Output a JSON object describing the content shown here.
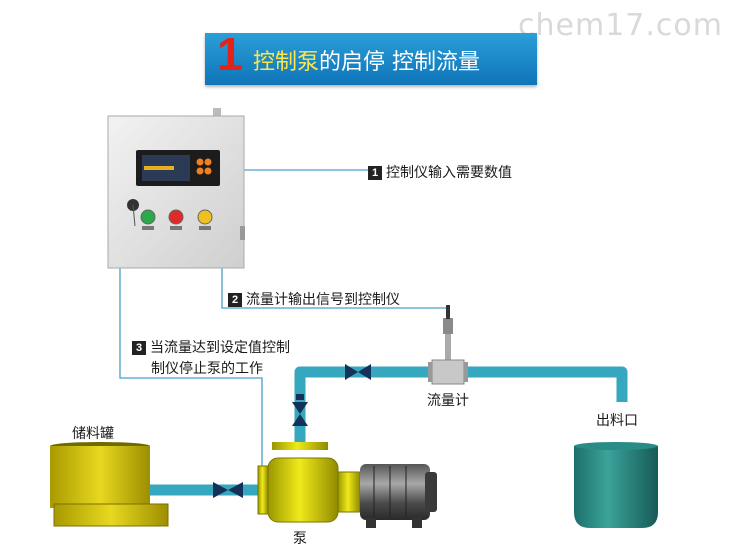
{
  "watermark": "chem17.com",
  "title": {
    "number": "1",
    "highlight": "控制泵",
    "rest": "的启停 控制流量"
  },
  "callouts": [
    {
      "badge": "1",
      "text": "控制仪输入需要数值"
    },
    {
      "badge": "2",
      "text": "流量计输出信号到控制仪"
    },
    {
      "badge": "3",
      "line1": "当流量达到设定值控制",
      "line2": "制仪停止泵的工作"
    }
  ],
  "components": {
    "tank": "储料罐",
    "flowmeter": "流量计",
    "outlet": "出料口",
    "pump": "泵"
  },
  "colors": {
    "pipe": "#35a7be",
    "wire": "#4aa0c8",
    "yellow": "#d8d200",
    "cabinet": "#e6e6e6",
    "banner": "#1a87c8",
    "red": "#e2231a"
  }
}
